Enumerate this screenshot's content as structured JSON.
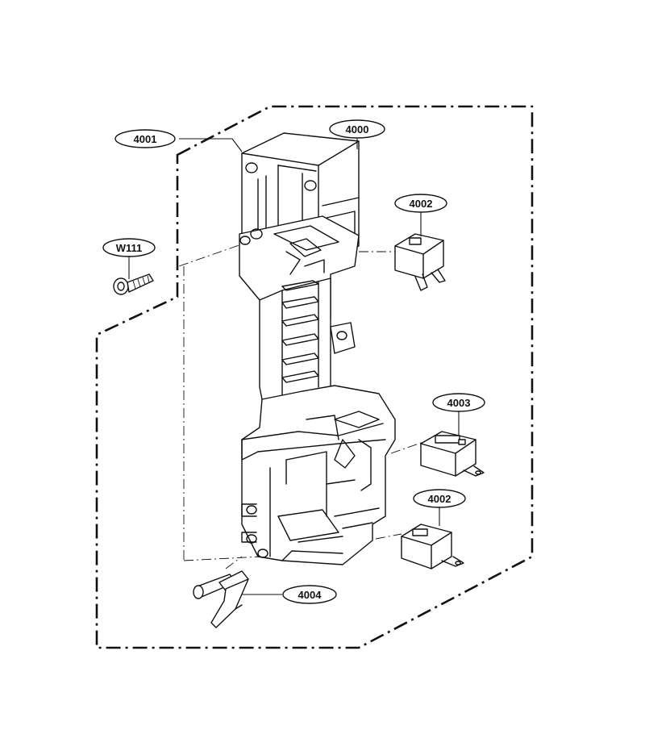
{
  "diagram": {
    "parts": [
      {
        "id": "part-4001",
        "label": "4001"
      },
      {
        "id": "part-4000",
        "label": "4000"
      },
      {
        "id": "part-4002-top",
        "label": "4002"
      },
      {
        "id": "part-w111",
        "label": "W111"
      },
      {
        "id": "part-4003",
        "label": "4003"
      },
      {
        "id": "part-4002-bottom",
        "label": "4002"
      },
      {
        "id": "part-4004",
        "label": "4004"
      }
    ]
  }
}
